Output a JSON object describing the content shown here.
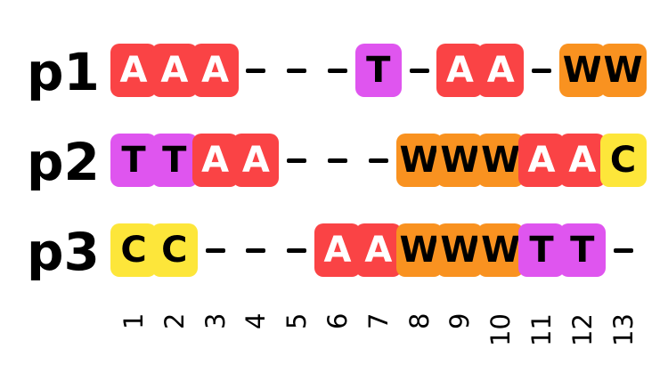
{
  "colors": {
    "A": "#fa4345",
    "T": "#df55ef",
    "W": "#f99220",
    "C": "#fde63a",
    "dark_text": "#000000",
    "light_text": "#ffffff"
  },
  "rows": [
    {
      "label": "p1",
      "seq": [
        "A",
        "A",
        "A",
        "-",
        "-",
        "-",
        "T",
        "-",
        "A",
        "A",
        "-",
        "W",
        "W"
      ]
    },
    {
      "label": "p2",
      "seq": [
        "T",
        "T",
        "A",
        "A",
        "-",
        "-",
        "-",
        "W",
        "W",
        "W",
        "A",
        "A",
        "C"
      ]
    },
    {
      "label": "p3",
      "seq": [
        "C",
        "C",
        "-",
        "-",
        "-",
        "A",
        "A",
        "W",
        "W",
        "W",
        "T",
        "T",
        "-"
      ]
    }
  ],
  "positions": [
    "1",
    "2",
    "3",
    "4",
    "5",
    "6",
    "7",
    "8",
    "9",
    "10",
    "11",
    "12",
    "13"
  ]
}
